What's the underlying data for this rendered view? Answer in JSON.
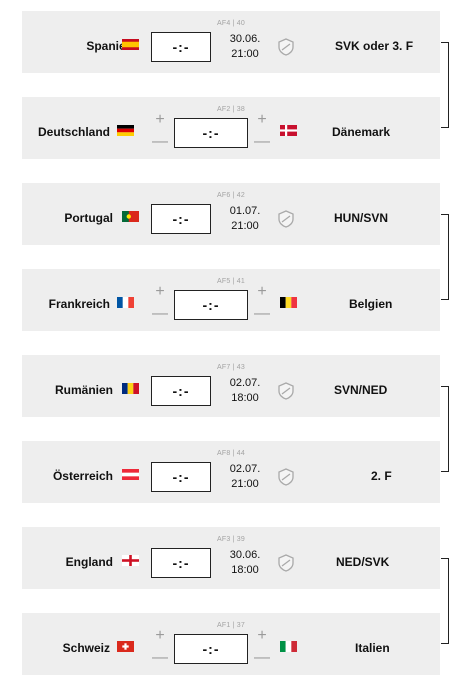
{
  "matches": [
    {
      "id": "AF4 | 40",
      "home": "Spanien",
      "away": "SVK oder 3. F",
      "score": "-:-",
      "date": "30.06.",
      "time": "21:00"
    },
    {
      "id": "AF2 | 38",
      "home": "Deutschland",
      "away": "Dänemark",
      "score": "-:-",
      "plus": "+",
      "minus": "—"
    },
    {
      "id": "AF6 | 42",
      "home": "Portugal",
      "away": "HUN/SVN",
      "score": "-:-",
      "date": "01.07.",
      "time": "21:00"
    },
    {
      "id": "AF5 | 41",
      "home": "Frankreich",
      "away": "Belgien",
      "score": "-:-",
      "plus": "+",
      "minus": "—"
    },
    {
      "id": "AF7 | 43",
      "home": "Rumänien",
      "away": "SVN/NED",
      "score": "-:-",
      "date": "02.07.",
      "time": "18:00"
    },
    {
      "id": "AF8 | 44",
      "home": "Österreich",
      "away": "2. F",
      "score": "-:-",
      "date": "02.07.",
      "time": "21:00"
    },
    {
      "id": "AF3 | 39",
      "home": "England",
      "away": "NED/SVK",
      "score": "-:-",
      "date": "30.06.",
      "time": "18:00"
    },
    {
      "id": "AF1 | 37",
      "home": "Schweiz",
      "away": "Italien",
      "score": "-:-",
      "plus": "+",
      "minus": "—"
    }
  ],
  "icons": {
    "shield": "shield-icon",
    "plus": "plus-icon",
    "minus": "minus-icon"
  },
  "colors": {
    "card_bg": "#eeeeee",
    "muted": "#9a9a9a",
    "ink": "#111111"
  }
}
